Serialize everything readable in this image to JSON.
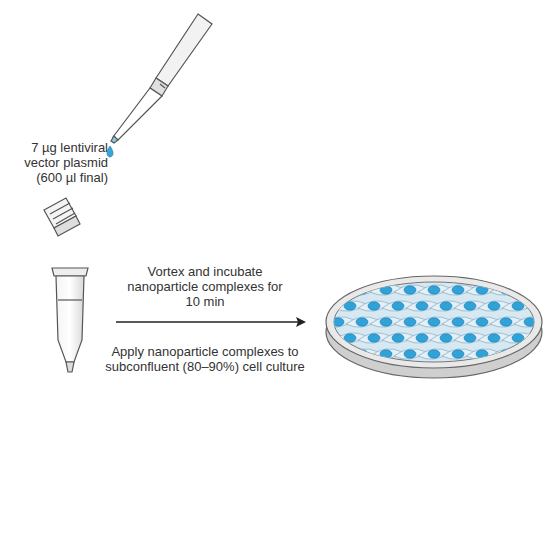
{
  "diagram": {
    "labels": [
      "7 µg lentiviral vector plasmid (600 µl final)",
      "Vortex and incubate nanoparticle complexes for 10 min",
      "Apply nanoparticle complexes to subconfluent (80–90%) cell culture"
    ]
  }
}
